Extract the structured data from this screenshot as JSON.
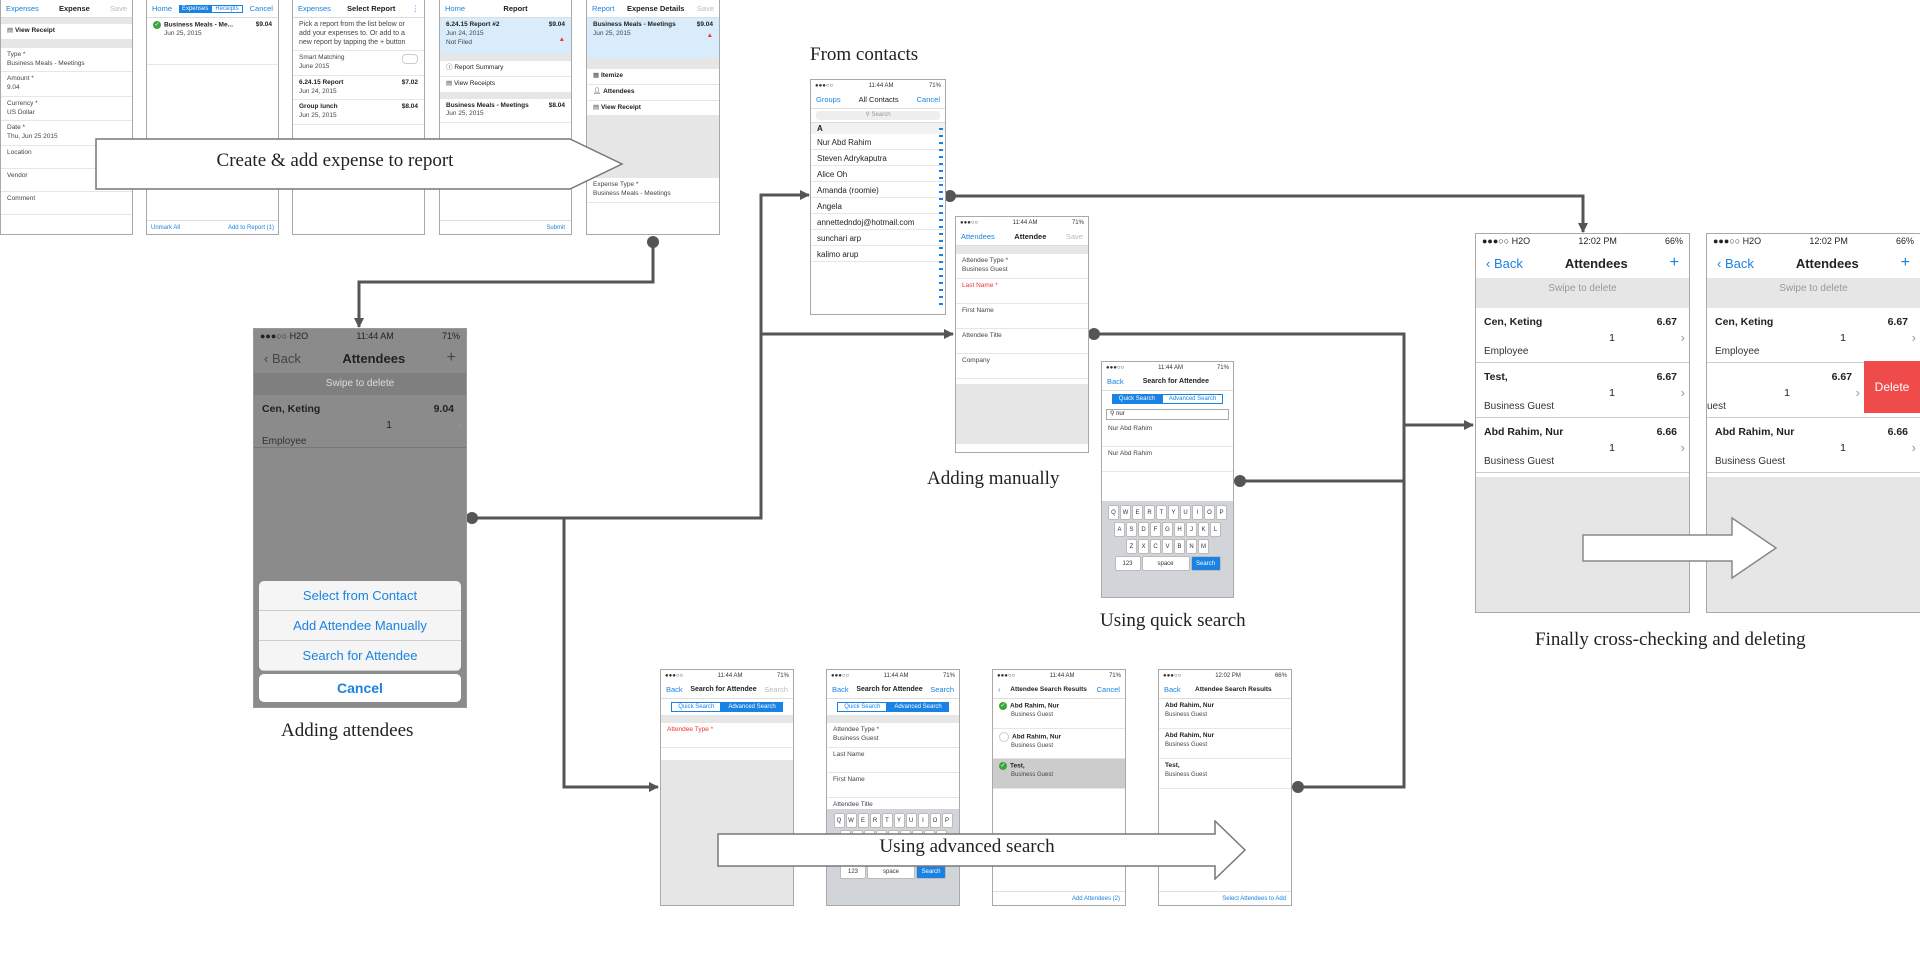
{
  "captions": {
    "from_contacts": "From contacts",
    "adding_manually": "Adding manually",
    "using_quick_search": "Using quick search",
    "finally": "Finally cross-checking and deleting",
    "adding_attendees": "Adding attendees"
  },
  "banners": {
    "create_add": "Create & add expense to report",
    "advanced_search": "Using advanced search"
  },
  "colors": {
    "ios_blue": "#1a82e2",
    "delete_red": "#ef4b4b",
    "connector": "#555555"
  },
  "top_row": {
    "expense": {
      "back": "Expenses",
      "title": "Expense",
      "right": "Save",
      "view_receipt": "View Receipt",
      "type_label": "Type *",
      "type_value": "Business Meals - Meetings",
      "amount_label": "Amount *",
      "amount_value": "9.04",
      "currency_label": "Currency *",
      "currency_value": "US Dollar",
      "date_label": "Date *",
      "date_value": "Thu, Jun 25 2015",
      "location": "Location",
      "vendor": "Vendor",
      "comment": "Comment"
    },
    "home_list": {
      "back": "Home",
      "seg_left": "Expenses",
      "seg_right": "Receipts",
      "right": "Cancel",
      "item_title": "Business Meals - Me...",
      "item_date": "Jun 25, 2015",
      "item_amount": "$9.04",
      "footer_left": "Unmark All",
      "footer_right": "Add to Report (1)"
    },
    "select_report": {
      "back": "Expenses",
      "title": "Select Report",
      "hint": "Pick a report from the list below or add your expenses to. Or add to a new report by tapping the + button",
      "smart": "Smart Matching",
      "smart_date": "June 2015",
      "r1_title": "6.24.15 Report",
      "r1_date": "Jun 24, 2015",
      "r1_amt": "$7.02",
      "r2_title": "Group lunch",
      "r2_date": "Jun 25, 2015",
      "r2_amt": "$8.04"
    },
    "report": {
      "back": "Home",
      "title": "Report",
      "r_title": "6.24.15 Report #2",
      "r_date": "Jun 24, 2015",
      "r_status": "Not Filed",
      "r_amt": "$9.04",
      "summary": "Report Summary",
      "receipts": "View Receipts",
      "meal_title": "Business Meals - Meetings",
      "meal_date": "Jun 25, 2015",
      "meal_amt": "$8.04",
      "submit": "Submit"
    },
    "details": {
      "back": "Report",
      "title": "Expense Details",
      "right": "Save",
      "item_title": "Business Meals - Meetings",
      "item_date": "Jun 25, 2015",
      "item_amt": "$9.04",
      "itemize": "Itemize",
      "attendees": "Attendees",
      "receipt": "View Receipt",
      "expense_type_label": "Expense Type *",
      "expense_type": "Business Meals - Meetings"
    }
  },
  "contacts": {
    "back": "Groups",
    "title": "All Contacts",
    "right": "Cancel",
    "search": "Search",
    "section": "A",
    "names": [
      "Nur Abd Rahim",
      "Steven Adrykaputra",
      "Alice Oh",
      "Amanda (roomie)",
      "Angela",
      "annettedndoj@hotmail.com",
      "sunchari arp",
      "kalimo arup"
    ]
  },
  "manual": {
    "back": "Attendees",
    "title": "Attendee",
    "right": "Save",
    "type_label": "Attendee Type *",
    "type_value": "Business Guest",
    "last_name": "Last Name *",
    "first_name": "First Name",
    "attendee_title": "Attendee Title",
    "company": "Company"
  },
  "quick": {
    "back": "Back",
    "title": "Search for Attendee",
    "seg_left": "Quick Search",
    "seg_right": "Advanced Search",
    "query": "nur",
    "r1": "Nur Abd Rahim",
    "r2": "Nur Abd Rahim",
    "row1": [
      "Q",
      "W",
      "E",
      "R",
      "T",
      "Y",
      "U",
      "I",
      "O",
      "P"
    ],
    "row2": [
      "A",
      "S",
      "D",
      "F",
      "G",
      "H",
      "J",
      "K",
      "L"
    ],
    "row3": [
      "Z",
      "X",
      "C",
      "V",
      "B",
      "N",
      "M"
    ],
    "space": "space",
    "search_key": "Search"
  },
  "attendees_phone": {
    "status_left": "●●●○○ H2O",
    "status_time": "11:44 AM",
    "status_right": "71%",
    "back": "Back",
    "title": "Attendees",
    "plus": "+",
    "swipe": "Swipe to delete",
    "name": "Cen, Keting",
    "amount": "9.04",
    "qty": "1",
    "type": "Employee",
    "actions": [
      "Select from Contact",
      "Add Attendee Manually",
      "Search for Attendee"
    ],
    "cancel": "Cancel"
  },
  "final1": {
    "status_left": "●●●○○ H2O",
    "status_time": "12:02 PM",
    "status_right": "66%",
    "back": "Back",
    "title": "Attendees",
    "plus": "+",
    "swipe": "Swipe to delete",
    "rows": [
      {
        "name": "Cen, Keting",
        "amount": "6.67",
        "qty": "1",
        "type": "Employee"
      },
      {
        "name": "Test,",
        "amount": "6.67",
        "qty": "1",
        "type": "Business Guest"
      },
      {
        "name": "Abd Rahim, Nur",
        "amount": "6.66",
        "qty": "1",
        "type": "Business Guest"
      }
    ]
  },
  "final2": {
    "status_left": "●●●○○ H2O",
    "status_time": "12:02 PM",
    "status_right": "66%",
    "back": "Back",
    "title": "Attendees",
    "plus": "+",
    "swipe": "Swipe to delete",
    "delete": "Delete",
    "rows": [
      {
        "name": "Cen, Keting",
        "amount": "6.67",
        "qty": "1",
        "type": "Employee"
      },
      {
        "name": "",
        "amount": "6.67",
        "qty": "1",
        "type": "uest"
      },
      {
        "name": "Abd Rahim, Nur",
        "amount": "6.66",
        "qty": "1",
        "type": "Business Guest"
      }
    ]
  },
  "adv1": {
    "back": "Back",
    "title": "Search for Attendee",
    "right": "Search",
    "seg_left": "Quick Search",
    "seg_right": "Advanced Search",
    "type_label": "Attendee Type *"
  },
  "adv2": {
    "back": "Back",
    "title": "Search for Attendee",
    "right": "Search",
    "seg_left": "Quick Search",
    "seg_right": "Advanced Search",
    "type_label": "Attendee Type *",
    "type_value": "Business Guest",
    "last_name": "Last Name",
    "first_name": "First Name",
    "attendee_title": "Attendee Title",
    "space": "space",
    "search_key": "Search"
  },
  "adv3": {
    "back": "",
    "title": "Attendee Search Results",
    "right": "Cancel",
    "rows": [
      {
        "name": "Abd Rahim, Nur",
        "type": "Business Guest"
      },
      {
        "name": "Abd Rahim, Nur",
        "type": "Business Guest"
      },
      {
        "name": "Test,",
        "type": "Business Guest"
      }
    ],
    "footer": "Add Attendees (2)"
  },
  "adv4": {
    "back": "Back",
    "title": "Attendee Search Results",
    "rows": [
      {
        "name": "Abd Rahim, Nur",
        "type": "Business Guest"
      },
      {
        "name": "Abd Rahim, Nur",
        "type": "Business Guest"
      },
      {
        "name": "Test,",
        "type": "Business Guest"
      }
    ],
    "footer": "Select Attendees to Add"
  }
}
